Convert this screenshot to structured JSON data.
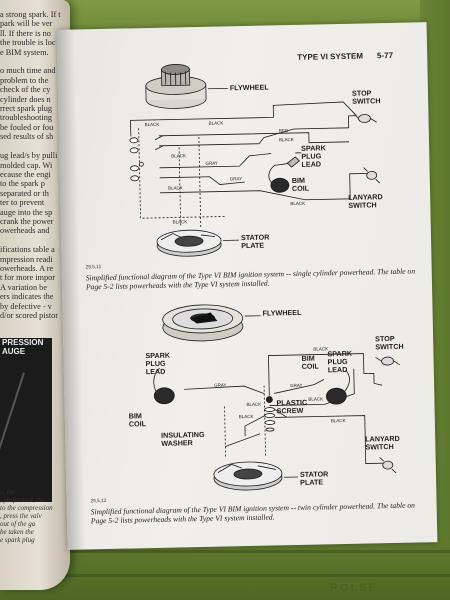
{
  "left_page": {
    "lines": [
      "a strong spark. If t",
      "park will be ver",
      "ll. If there is no",
      "the trouble is loc",
      "e BIM system.",
      "",
      "o much time and",
      "problem to the",
      "check of the cy",
      "cylinder does n",
      "rrect spark plug",
      "troubleshooting",
      "be fouled or fou",
      "sed results of sh",
      "",
      "ug lead/s by pulli",
      "molded cap. Wi",
      "ecause the engi",
      "to the spark p",
      "separated or th",
      "ter to prevent",
      "auge into the sp",
      "crank the power",
      "owerheads and",
      "",
      "ifications table a",
      "mpression readi",
      "owerheads. A re",
      "t for more impor",
      "A variation be",
      "ers indicates the",
      "by defective - v",
      "d/or scored pistor"
    ],
    "gauge_label": "PRESSION\nAUGE",
    "bottom_lines": [
      "",
      "e, the",
      ", performed, the",
      "to the compression",
      ", press the valv",
      "out of the ga",
      "be taken the",
      "e spark plug"
    ]
  },
  "page": {
    "section": "TYPE VI SYSTEM",
    "page_number": "5-77"
  },
  "figure1": {
    "labels": {
      "flywheel": "FLYWHEEL",
      "stop_switch": "STOP\nSWITCH",
      "spark_plug_lead": "SPARK\nPLUG\nLEAD",
      "bim_coil": "BIM\nCOIL",
      "lanyard_switch": "LANYARD\nSWITCH",
      "stator_plate": "STATOR\nPLATE"
    },
    "wire_labels": {
      "black_1": "BLACK",
      "black_2": "BLACK",
      "red": "RED",
      "black_3": "BLACK",
      "gray": "GRAY",
      "black_4": "BLACK",
      "gray_2": "GRAY",
      "black_5": "BLACK",
      "black_6": "BLACK",
      "black_7": "BLACK"
    },
    "fig_number": "29,5,11",
    "caption": "Simplified functional diagram of the Type VI BIM ignition system -- single cylinder powerhead.  The table on Page 5-2 lists powerheads with the Type VI system installed."
  },
  "figure2": {
    "labels": {
      "flywheel": "FLYWHEEL",
      "stop_switch": "STOP\nSWITCH",
      "spark_plug_lead_left": "SPARK\nPLUG\nLEAD",
      "bim_coil_center": "BIM\nCOIL",
      "spark_plug_lead_right": "SPARK\nPLUG\nLEAD",
      "bim_coil_left": "BIM\nCOIL",
      "plastic_screw": "PLASTIC\nSCREW",
      "insulating_washer": "INSULATING\nWASHER",
      "stator_plate": "STATOR\nPLATE",
      "lanyard_switch": "LANYARD\nSWITCH"
    },
    "wire_labels": {
      "black_1": "BLACK",
      "gray": "GRAY",
      "gray_2": "GRAY",
      "black_2": "BLACK",
      "black_3": "BLACK",
      "black_4": "BLACK",
      "black_5": "BLACK"
    },
    "fig_number": "29,5,12",
    "caption": "Simplified functional diagram of the Type VI BIM ignition system -- twin cylinder powerhead.  The table on Page 5-2 lists powerheads with the Type VI system installed."
  },
  "backdrop": {
    "embossed_text": "ROLSE",
    "colors": {
      "plastic": "#6f8a3a",
      "paper": "#efede8",
      "ink": "#1c1c1c"
    }
  }
}
